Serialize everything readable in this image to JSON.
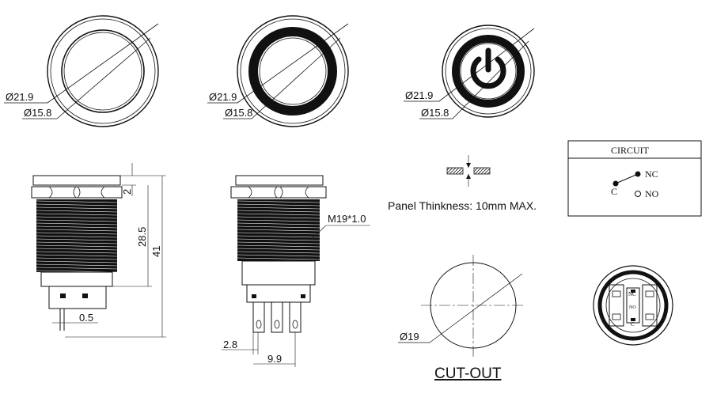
{
  "top_views": {
    "view1": {
      "outer_diameter": "Ø21.9",
      "inner_diameter": "Ø15.8"
    },
    "view2": {
      "outer_diameter": "Ø21.9",
      "inner_diameter": "Ø15.8"
    },
    "view3": {
      "outer_diameter": "Ø21.9",
      "inner_diameter": "Ø15.8"
    }
  },
  "side_view_left": {
    "cap_height": "2",
    "thread_length": "28.5",
    "total_length": "41",
    "pin_thickness": "0.5"
  },
  "side_view_right": {
    "thread_spec": "M19*1.0",
    "pin_width": "2.8",
    "pin_spacing": "9.9"
  },
  "panel": {
    "label": "Panel Thinkness: 10mm MAX."
  },
  "circuit": {
    "title": "CIRCUIT",
    "nc": "NC",
    "c": "C",
    "no": "NO"
  },
  "cutout": {
    "diameter": "Ø19",
    "label": "CUT-OUT"
  },
  "bottom_view": {
    "nc": "NC",
    "no": "NO",
    "c": "C"
  }
}
